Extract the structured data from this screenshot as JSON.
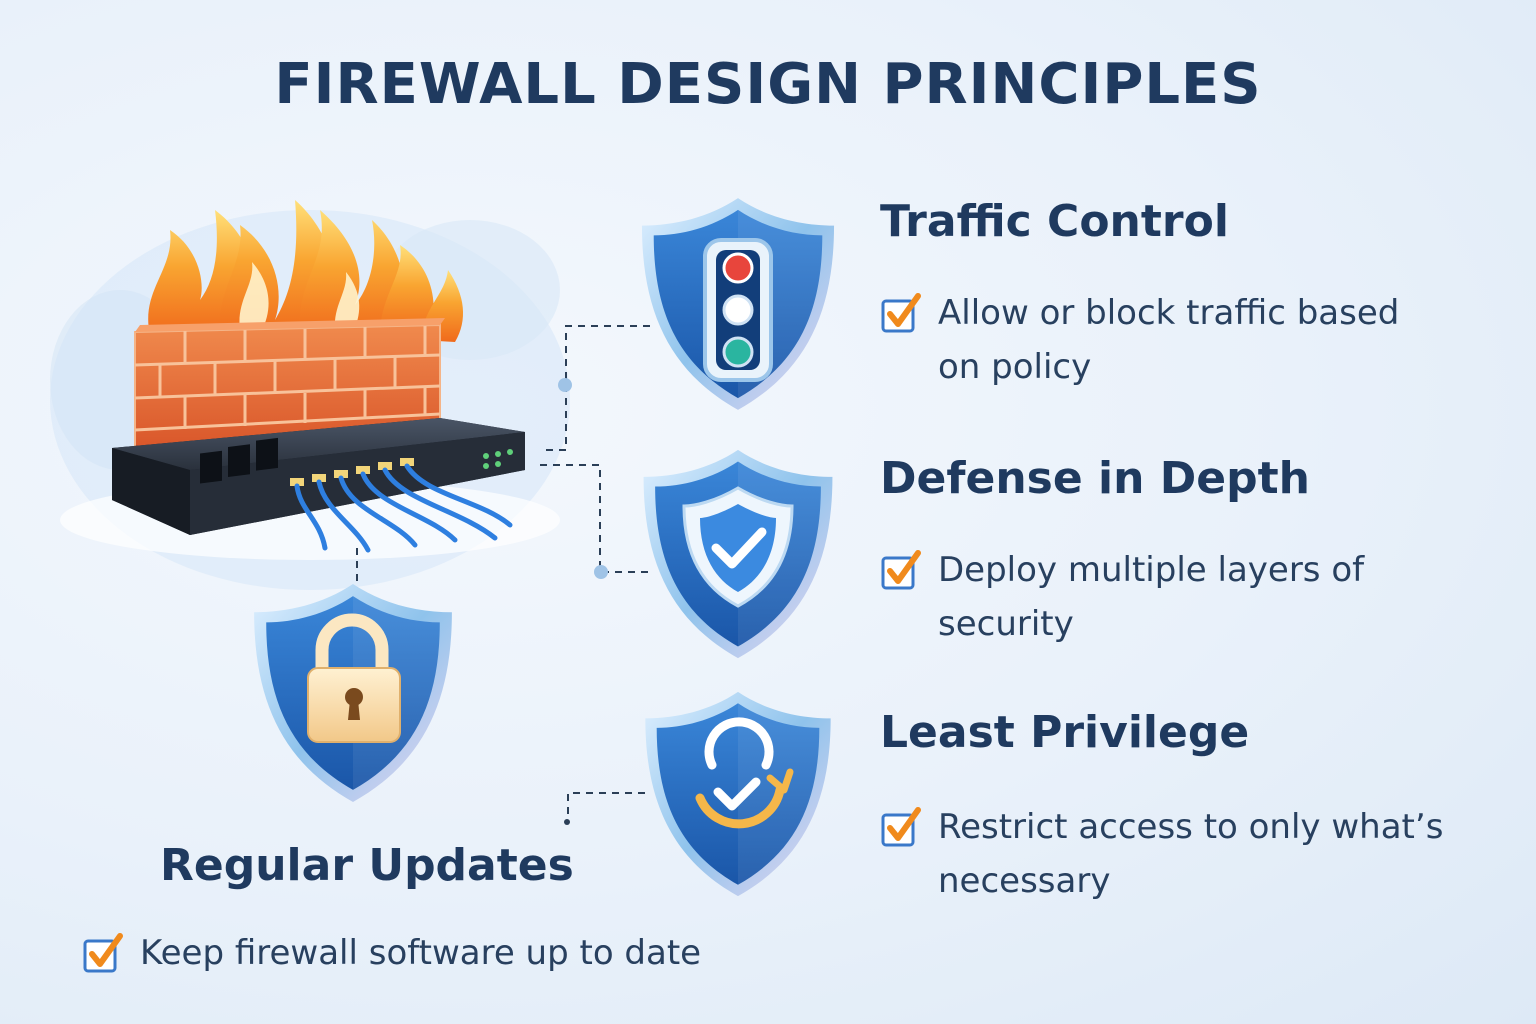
{
  "title": "FIREWALL DESIGN PRINCIPLES",
  "colors": {
    "title": "#1f3a5f",
    "shield_blue": "#2466bd",
    "shield_rim": "#8fc3ec",
    "brick": "#e2672f",
    "check_orange": "#f08a1c",
    "check_box_blue": "#3a78c9"
  },
  "principles": [
    {
      "heading": "Traffic Control",
      "description": "Allow or block traffic based on policy",
      "icon": "traffic-light-icon"
    },
    {
      "heading": "Defense in Depth",
      "description": "Deploy multiple layers of security",
      "icon": "shield-check-icon"
    },
    {
      "heading": "Least Privilege",
      "description": "Restrict access to only what’s necessary",
      "icon": "refresh-check-icon"
    },
    {
      "heading": "Regular Updates",
      "description": "Keep firewall software up to date",
      "icon": "padlock-icon"
    }
  ],
  "illustration": {
    "icon": "firewall-router-icon"
  }
}
